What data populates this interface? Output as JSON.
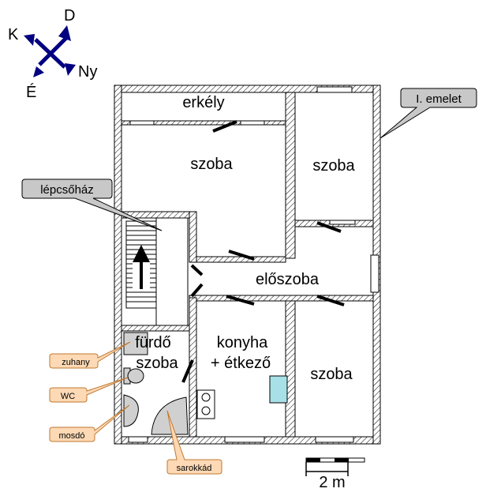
{
  "compass": {
    "north": "D",
    "west": "K",
    "east": "Ny",
    "south": "É"
  },
  "rooms": {
    "balcony": "erkély",
    "room_main": "szoba",
    "room_ne": "szoba",
    "hall": "előszoba",
    "kitchen_line1": "konyha",
    "kitchen_line2": "+ étkező",
    "room_se": "szoba",
    "bath_line1": "fürdő",
    "bath_line2": "szoba"
  },
  "callouts": {
    "floor": "I. emelet",
    "stairwell": "lépcsőház",
    "shower": "zuhany",
    "wc": "WC",
    "sink": "mosdó",
    "corner_tub": "sarokkád"
  },
  "scale": {
    "label": "2 m"
  },
  "colors": {
    "compass": "#000080",
    "callout_bg": "#c8c8c8",
    "fixture_callout_bg": "#fdd9b5",
    "fixture_callout_border": "#c07830",
    "sink_fixture": "#a8e0e8",
    "fixtures": "#d0d0d0"
  }
}
